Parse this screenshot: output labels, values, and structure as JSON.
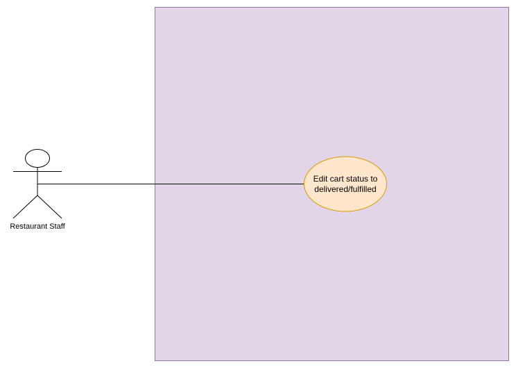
{
  "actor": {
    "label": "Restaurant Staff"
  },
  "system_boundary": {
    "fill_color": "#e1d5e7",
    "stroke_color": "#9673a6"
  },
  "use_case": {
    "line1": "Edit cart status to",
    "line2": "delivered/fulfilled",
    "fill_color": "#ffe6cc",
    "stroke_color": "#d79b00"
  },
  "association": {
    "stroke_color": "#000000"
  }
}
